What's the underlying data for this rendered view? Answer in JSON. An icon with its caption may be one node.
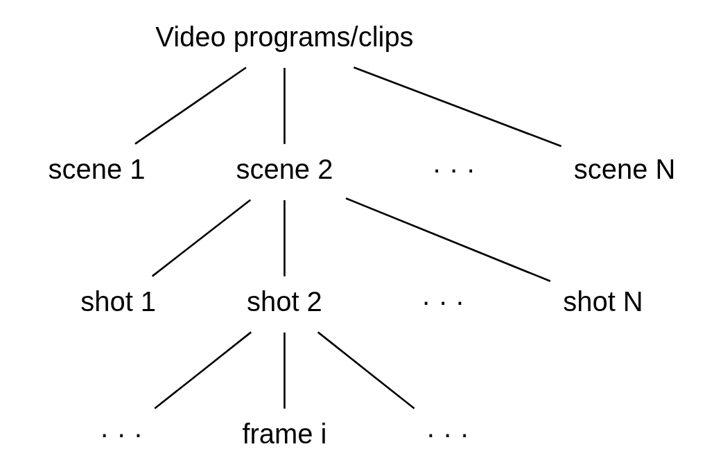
{
  "diagram": {
    "nodes": [
      {
        "text": [
          "Video programs/clips"
        ]
      },
      {
        "text": [
          "scene 1"
        ]
      },
      {
        "text": [
          "scene 2"
        ]
      },
      {
        "text": [
          "scene N"
        ]
      },
      {
        "text": [
          "shot 1"
        ]
      },
      {
        "text": [
          "shot 2"
        ]
      },
      {
        "text": [
          "shot N"
        ]
      },
      {
        "text": [
          "· · ·"
        ]
      },
      {
        "text": [
          "frame i"
        ]
      },
      {
        "text": [
          "· · ·"
        ]
      }
    ],
    "edges": [
      {
        "from": 0,
        "to": 1,
        "arrow": "none"
      },
      {
        "from": 0,
        "to": 2,
        "arrow": "none"
      },
      {
        "from": 0,
        "to": 3,
        "arrow": "none"
      },
      {
        "from": 2,
        "to": 4,
        "arrow": "none"
      },
      {
        "from": 2,
        "to": 5,
        "arrow": "none"
      },
      {
        "from": 2,
        "to": 6,
        "arrow": "none"
      },
      {
        "from": 5,
        "to": 7,
        "arrow": "none"
      },
      {
        "from": 5,
        "to": 8,
        "arrow": "none"
      },
      {
        "from": 5,
        "to": 9,
        "arrow": "none"
      }
    ],
    "labels": [
      "· · ·",
      "· · ·"
    ]
  }
}
